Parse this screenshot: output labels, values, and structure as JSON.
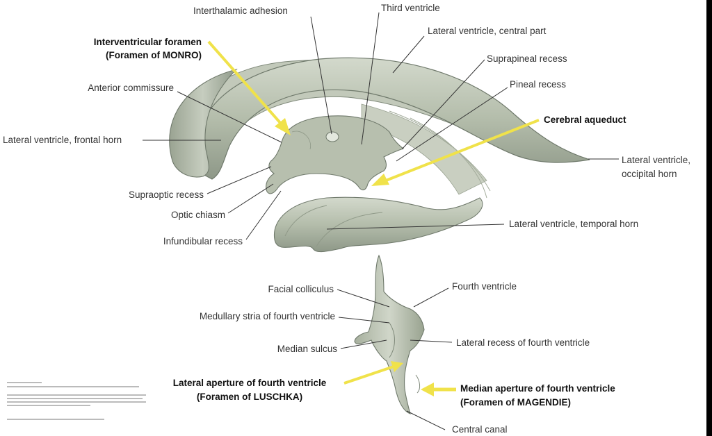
{
  "labels": {
    "interthalamic": "Interthalamic adhesion",
    "third_ventricle": "Third ventricle",
    "lv_central": "Lateral ventricle, central part",
    "ivf_line1": "Interventricular foramen",
    "ivf_line2": "(Foramen of MONRO)",
    "suprapineal": "Suprapineal recess",
    "anterior_commissure": "Anterior commissure",
    "pineal": "Pineal recess",
    "cerebral_aqueduct": "Cerebral aqueduct",
    "lv_frontal": "Lateral ventricle, frontal horn",
    "lv_occipital_line1": "Lateral ventricle,",
    "lv_occipital_line2": "occipital horn",
    "supraoptic": "Supraoptic recess",
    "optic_chiasm": "Optic chiasm",
    "lv_temporal": "Lateral ventricle, temporal horn",
    "infundibular": "Infundibular recess",
    "fourth_ventricle": "Fourth ventricle",
    "facial_colliculus": "Facial colliculus",
    "medullary_stria": "Medullary stria of fourth ventricle",
    "lateral_recess": "Lateral recess of fourth ventricle",
    "median_sulcus": "Median sulcus",
    "lat_aperture_line1": "Lateral aperture of fourth ventricle",
    "lat_aperture_line2": "(Foramen of LUSCHKA)",
    "med_aperture_line1": "Median aperture of fourth ventricle",
    "med_aperture_line2": "(Foramen of MAGENDIE)",
    "central_canal": "Central canal"
  },
  "colors": {
    "ventricle_fill": "#b9c1b1",
    "ventricle_shadow": "#8d9787",
    "highlight_arrow": "#f0e24a",
    "leader_line": "#333333"
  }
}
